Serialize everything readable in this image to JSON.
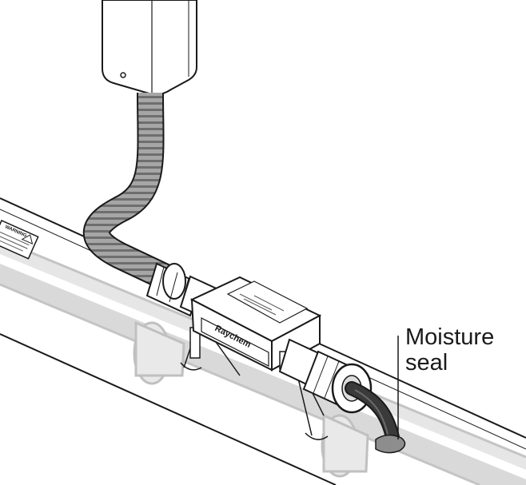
{
  "callout": {
    "line1": "Moisture",
    "line2": "seal"
  },
  "labels": {
    "warning_sticker": "WARNING",
    "brand": "Raychem"
  },
  "colors": {
    "outline": "#1a1a1a",
    "pipe_gray": "#cfcfcf",
    "conduit_gray": "#9a9a9a",
    "seal_gray": "#8d8d8d",
    "cable_dark": "#2b2b2b"
  },
  "icons": {
    "junction_box": "junction-box-icon",
    "flexible_conduit": "flexible-conduit-icon",
    "warning_triangle": "warning-triangle-icon"
  }
}
